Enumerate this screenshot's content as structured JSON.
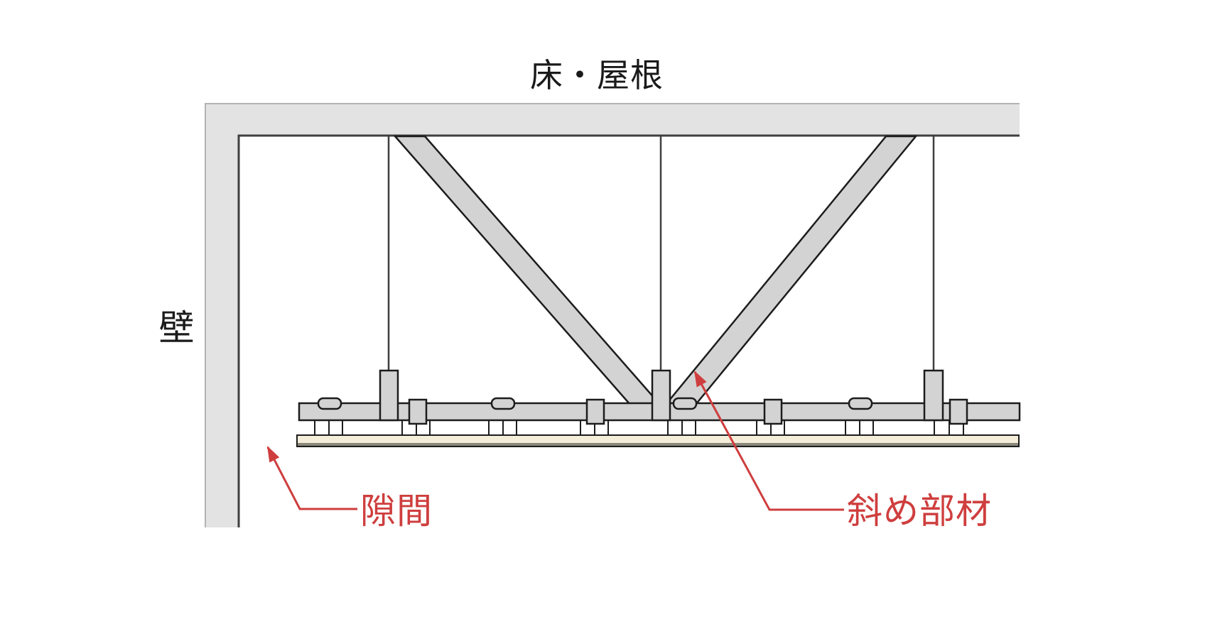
{
  "figure": {
    "labels": {
      "floor_roof": "床・屋根",
      "wall": "壁",
      "gap": "隙間",
      "diagonal_member": "斜め部材"
    },
    "colors": {
      "background": "#ffffff",
      "structure_fill": "#e3e3e3",
      "member_fill": "#d3d3d3",
      "outline": "#1c1c1c",
      "inner_edge": "#3f3f3f",
      "outer_edge": "#b3b3b3",
      "board_fill": "#f3edd9",
      "board_bottom": "#8a887c",
      "annotation": "#cf3e3e",
      "text": "#1a1a1a"
    }
  }
}
